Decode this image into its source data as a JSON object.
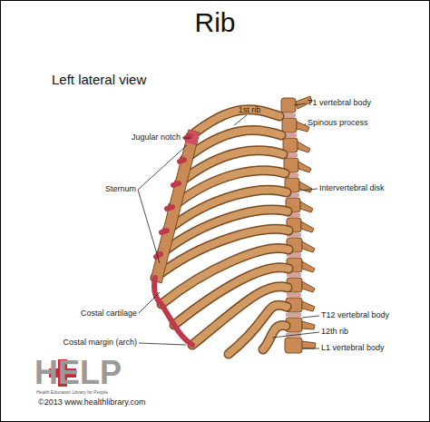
{
  "diagram": {
    "title": "Rib",
    "labels": [
      "Left lateral view",
      "1st rib",
      "T1 vertebral body",
      "Spinous process",
      "Jugular notch",
      "Sternum",
      "Intervertebral disk",
      "Costal cartilage",
      "T12 vertebral body",
      "12th rib",
      "Costal margin (arch)",
      "L1 vertebral body",
      "HELP",
      "Health Education Library for People",
      "©2013 www.healthlibrary.com"
    ]
  }
}
